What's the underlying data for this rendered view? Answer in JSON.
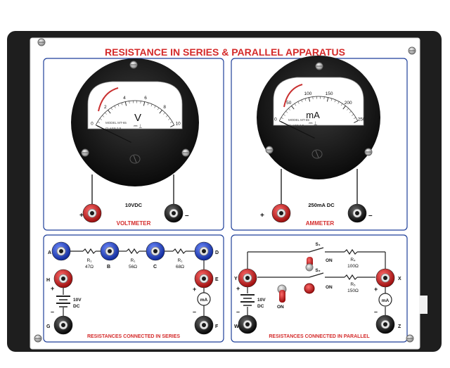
{
  "panel": {
    "title": "RESISTANCE IN SERIES & PARALLEL APPARATUS"
  },
  "voltmeter": {
    "unit": "V",
    "scale_min": 0,
    "scale_max": 10,
    "tick_labels": [
      "0",
      "2",
      "4",
      "6",
      "8",
      "10"
    ],
    "needle_value": 0,
    "rating": "10VDC",
    "label": "VOLTMETER",
    "plus": "+",
    "minus": "–"
  },
  "ammeter": {
    "unit": "mA",
    "scale_min": 0,
    "scale_max": 250,
    "tick_labels": [
      "0",
      "50",
      "100",
      "150",
      "200",
      "250"
    ],
    "needle_value": 0,
    "rating": "250mA DC",
    "label": "AMMETER",
    "plus": "+",
    "minus": "–"
  },
  "series": {
    "label": "RESISTANCES CONNECTED IN SERIES",
    "terminals": [
      "A",
      "B",
      "C",
      "D",
      "E",
      "F",
      "G",
      "H"
    ],
    "resistors": [
      {
        "name": "R₁",
        "value": "47Ω"
      },
      {
        "name": "R₁",
        "value": "56Ω"
      },
      {
        "name": "R₁",
        "value": "68Ω"
      }
    ],
    "source": {
      "voltage": "10V",
      "type": "DC"
    },
    "meter_symbol": "mA",
    "plus": "+",
    "minus": "–"
  },
  "parallel": {
    "label": "RESISTANCES CONNECTED IN PARALLEL",
    "terminals": [
      "X",
      "Y",
      "Z",
      "W"
    ],
    "switches": [
      "S₁",
      "S₂"
    ],
    "switch_state": "ON",
    "resistors": [
      {
        "name": "R₄",
        "value": "100Ω"
      },
      {
        "name": "R₅",
        "value": "150Ω"
      }
    ],
    "source": {
      "voltage": "10V",
      "type": "DC"
    },
    "power_switch": "ON",
    "meter_symbol": "mA",
    "plus": "+",
    "minus": "–"
  },
  "colors": {
    "title": "#d42a2a",
    "frame": "#1e1e1e",
    "panel": "#ffffff",
    "section_border": "#1f3f9a",
    "label_red": "#d42a2a",
    "terminal_blue": "#1c3fc0",
    "terminal_red": "#d81919",
    "terminal_black": "#111111"
  }
}
